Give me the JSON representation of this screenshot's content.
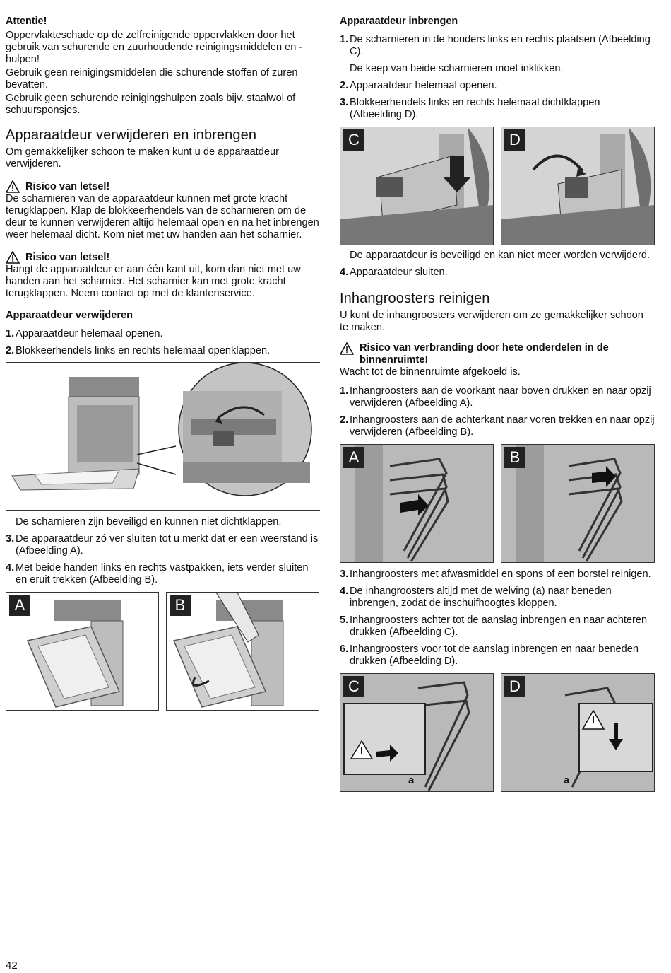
{
  "left": {
    "attention": {
      "title": "Attentie!",
      "lines": [
        "Oppervlakteschade op de zelfreinigende oppervlakken door het gebruik van schurende en zuurhoudende reinigingsmiddelen en -hulpen!",
        "Gebruik geen reinigingsmiddelen die schurende stoffen of zuren bevatten.",
        "Gebruik geen schurende reinigingshulpen zoals bijv. staalwol of schuursponsjes."
      ]
    },
    "section_title": "Apparaatdeur verwijderen en inbrengen",
    "intro": "Om gemakkelijker schoon te maken kunt u de apparaatdeur verwijderen.",
    "warning1": {
      "title": "Risico van letsel!",
      "text": "De scharnieren van de apparaatdeur kunnen met grote kracht terugklappen. Klap de blokkeerhendels van de scharnieren om de deur te kunnen verwijderen altijd helemaal open en na het inbrengen weer helemaal dicht. Kom niet met uw handen aan het scharnier."
    },
    "warning2": {
      "title": "Risico van letsel!",
      "text": "Hangt de apparaatdeur er aan één kant uit, kom dan niet met uw handen aan het scharnier. Het scharnier kan met grote kracht terugklappen. Neem contact op met de klantenservice."
    },
    "remove_title": "Apparaatdeur verwijderen",
    "steps_a": [
      {
        "num": "1.",
        "text": "Apparaatdeur helemaal openen."
      },
      {
        "num": "2.",
        "text": "Blokkeerhendels links en rechts helemaal openklappen."
      }
    ],
    "after_fig_note": "De scharnieren zijn beveiligd en kunnen niet dichtklappen.",
    "steps_b": [
      {
        "num": "3.",
        "text": "De apparaatdeur zó ver sluiten tot u merkt dat er een weerstand is (Afbeelding A)."
      },
      {
        "num": "4.",
        "text": "Met beide handen links en rechts vastpakken, iets verder sluiten en eruit trekken (Afbeelding B)."
      }
    ],
    "fig_labels": {
      "a": "A",
      "b": "B"
    }
  },
  "right": {
    "insert_title": "Apparaatdeur inbrengen",
    "step1": {
      "num": "1.",
      "text": "De scharnieren in de houders links en rechts plaatsen (Afbeelding C)."
    },
    "step1_note": "De keep van beide scharnieren moet inklikken.",
    "steps_2_3": [
      {
        "num": "2.",
        "text": "Apparaatdeur helemaal openen."
      },
      {
        "num": "3.",
        "text": "Blokkeerhendels links en rechts helemaal dichtklappen (Afbeelding D)."
      }
    ],
    "fig_labels_cd": {
      "c": "C",
      "d": "D"
    },
    "secured_note": "De apparaatdeur is beveiligd en kan niet meer worden verwijderd.",
    "step4": {
      "num": "4.",
      "text": "Apparaatdeur sluiten."
    },
    "section_title": "Inhangroosters reinigen",
    "intro": "U kunt de inhangroosters verwijderen om ze gemakkelijker schoon te maken.",
    "burn_warning": {
      "title": "Risico van verbranding door hete onderdelen in de binnenruimte!",
      "text": "Wacht tot de binnenruimte afgekoeld is."
    },
    "rack_steps_a": [
      {
        "num": "1.",
        "text": "Inhangroosters aan de voorkant naar boven drukken en naar opzij verwijderen (Afbeelding A)."
      },
      {
        "num": "2.",
        "text": "Inhangroosters aan de achterkant naar voren trekken en naar opzij verwijderen (Afbeelding B)."
      }
    ],
    "fig_labels_ab": {
      "a": "A",
      "b": "B"
    },
    "rack_steps_b": [
      {
        "num": "3.",
        "text": "Inhangroosters met afwasmiddel en spons of een borstel reinigen."
      },
      {
        "num": "4.",
        "text": "De inhangroosters altijd met de welving (a) naar beneden inbrengen, zodat de inschuifhoogtes kloppen."
      },
      {
        "num": "5.",
        "text": "Inhangroosters achter tot de aanslag inbrengen en naar achteren drukken (Afbeelding C)."
      },
      {
        "num": "6.",
        "text": "Inhangroosters voor tot de aanslag inbrengen en naar beneden drukken (Afbeelding D)."
      }
    ],
    "fig_labels_cd2": {
      "c": "C",
      "d": "D",
      "a_mark": "a"
    }
  },
  "page_number": "42"
}
